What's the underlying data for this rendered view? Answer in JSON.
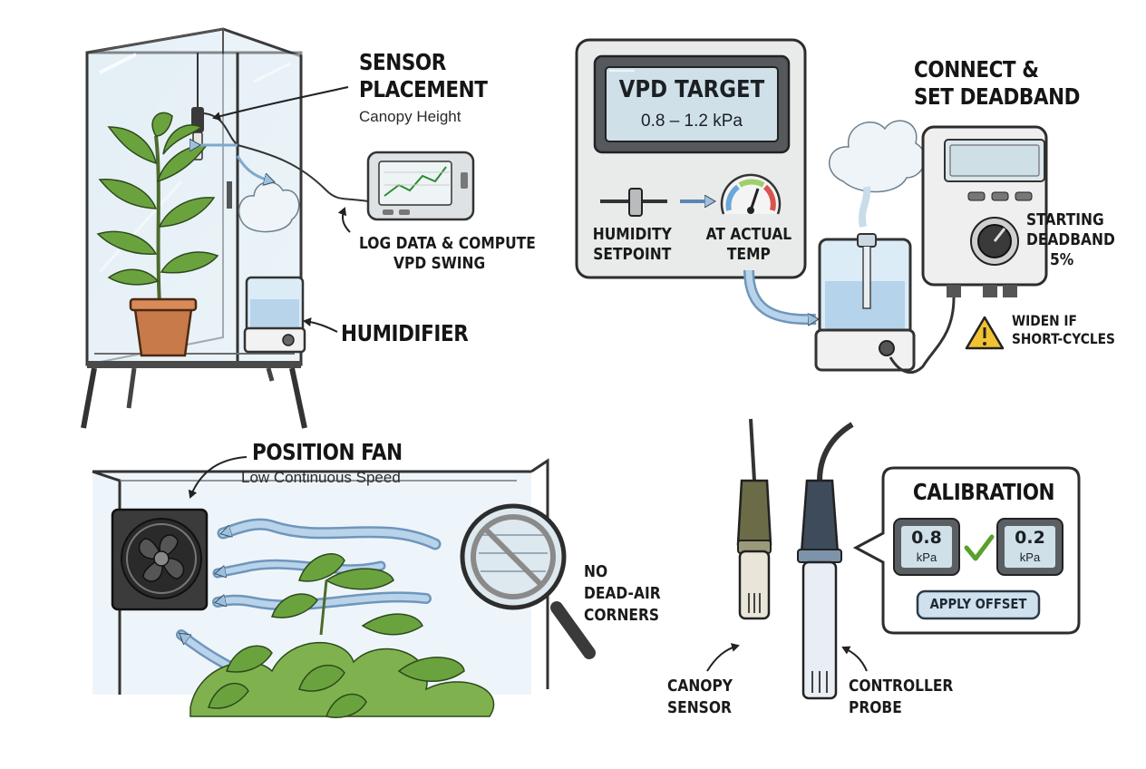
{
  "sensor_placement": {
    "title_line1": "SENSOR",
    "title_line2": "PLACEMENT",
    "subtitle": "Canopy Height"
  },
  "log_data": {
    "line1": "LOG DATA & COMPUTE",
    "line2": "VPD SWING"
  },
  "humidifier": {
    "label": "HUMIDIFIER"
  },
  "vpd_panel": {
    "title": "VPD TARGET",
    "range": "0.8 – 1.2 kPa",
    "humidity_line1": "HUMIDITY",
    "humidity_line2": "SETPOINT",
    "temp_line1": "AT ACTUAL",
    "temp_line2": "TEMP"
  },
  "connect": {
    "title_line1": "CONNECT &",
    "title_line2": "SET DEADBAND",
    "deadband_line1": "STARTING",
    "deadband_line2": "DEADBAND",
    "deadband_value": "5%",
    "warning_line1": "WIDEN IF",
    "warning_line2": "SHORT-CYCLES"
  },
  "fan": {
    "title": "POSITION FAN",
    "subtitle": "Low Continuous Speed"
  },
  "dead_air": {
    "line1": "NO",
    "line2": "DEAD-AIR",
    "line3": "CORNERS"
  },
  "sensors": {
    "canopy_line1": "CANOPY",
    "canopy_line2": "SENSOR",
    "probe_line1": "CONTROLLER",
    "probe_line2": "PROBE"
  },
  "calibration": {
    "title": "CALIBRATION",
    "left_value": "0.8",
    "left_unit": "kPa",
    "right_value": "0.2",
    "right_unit": "kPa",
    "button": "APPLY OFFSET"
  },
  "colors": {
    "ink": "#2a2a2a",
    "glass": "#dbeaf3",
    "mist": "#bfd5e6",
    "leaf": "#5f9a3a",
    "pot": "#c97a4a",
    "airflow": "#a9c9e4",
    "warning": "#f1c232",
    "check": "#5aa02c",
    "button": "#cfe0ef"
  }
}
